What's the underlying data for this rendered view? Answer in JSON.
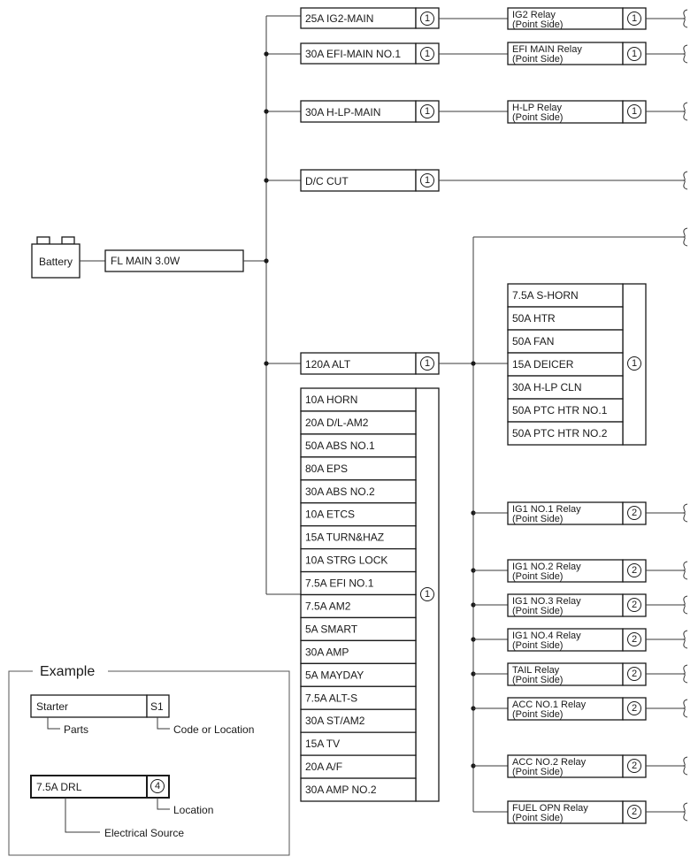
{
  "battery": {
    "label": "Battery"
  },
  "main_fuse": {
    "label": "FL MAIN 3.0W"
  },
  "upper_fuses": [
    {
      "label": "25A IG2-MAIN",
      "code": "1"
    },
    {
      "label": "30A EFI-MAIN NO.1",
      "code": "1"
    },
    {
      "label": "30A H-LP-MAIN",
      "code": "1"
    },
    {
      "label": "D/C CUT",
      "code": "1"
    }
  ],
  "upper_relays": [
    {
      "line1": "IG2 Relay",
      "line2": "(Point Side)",
      "code": "1"
    },
    {
      "line1": "EFI MAIN Relay",
      "line2": "(Point Side)",
      "code": "1"
    },
    {
      "line1": "H-LP Relay",
      "line2": "(Point Side)",
      "code": "1"
    }
  ],
  "alt_fuse": {
    "label": "120A ALT",
    "code": "1"
  },
  "group_a": {
    "items": [
      "10A HORN",
      "20A D/L-AM2",
      "50A ABS NO.1",
      "80A EPS",
      "30A ABS NO.2",
      "10A ETCS",
      "15A TURN&HAZ",
      "10A STRG LOCK",
      "7.5A EFI NO.1",
      "7.5A AM2",
      "5A SMART",
      "30A AMP",
      "5A MAYDAY",
      "7.5A ALT-S",
      "30A ST/AM2",
      "15A TV",
      "20A A/F",
      "30A AMP NO.2"
    ],
    "code": "1"
  },
  "group_b": {
    "items": [
      "7.5A S-HORN",
      "50A HTR",
      "50A FAN",
      "15A DEICER",
      "30A H-LP CLN",
      "50A PTC HTR NO.1",
      "50A PTC HTR NO.2"
    ],
    "code": "1"
  },
  "lower_relays": [
    {
      "line1": "IG1 NO.1 Relay",
      "line2": "(Point Side)",
      "code": "2"
    },
    {
      "line1": "IG1 NO.2 Relay",
      "line2": "(Point Side)",
      "code": "2"
    },
    {
      "line1": "IG1 NO.3 Relay",
      "line2": "(Point Side)",
      "code": "2"
    },
    {
      "line1": "IG1 NO.4 Relay",
      "line2": "(Point Side)",
      "code": "2"
    },
    {
      "line1": "TAIL Relay",
      "line2": "(Point Side)",
      "code": "2"
    },
    {
      "line1": "ACC NO.1 Relay",
      "line2": "(Point Side)",
      "code": "2"
    },
    {
      "line1": "ACC NO.2 Relay",
      "line2": "(Point Side)",
      "code": "2"
    },
    {
      "line1": "FUEL OPN Relay",
      "line2": "(Point Side)",
      "code": "2"
    }
  ],
  "example": {
    "title": "Example",
    "parts_box": "Starter",
    "parts_code": "S1",
    "parts_label": "Parts",
    "code_label": "Code or Location",
    "source_box": "7.5A DRL",
    "source_code": "4",
    "location_label": "Location",
    "source_label": "Electrical Source"
  }
}
